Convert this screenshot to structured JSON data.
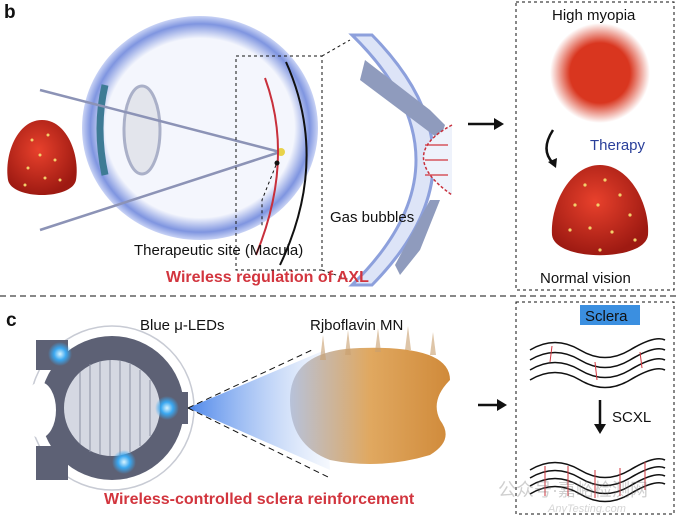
{
  "panel_b": {
    "letter": "b",
    "site_label": "Therapeutic site (Macula)",
    "bubbles_label": "Gas bubbles",
    "title": "Wireless regulation of  AXL",
    "before_label": "High myopia",
    "therapy_label": "Therapy",
    "after_label": "Normal vision"
  },
  "panel_c": {
    "letter": "c",
    "leds_label": "Blue μ-LEDs",
    "mn_label": "Rjboflavin MN",
    "sclera_label": "Sclera",
    "scxl_label": "SCXL",
    "title": "Wireless-controlled sclera reinforcement"
  },
  "watermark": {
    "line1": "公众号·嘉峪检测网",
    "line2": "AnyTesting.com"
  },
  "colors": {
    "accent_red": "#d2353e",
    "therapy_blue": "#2a3f9a",
    "sclera_bg": "#3b8fe0"
  }
}
